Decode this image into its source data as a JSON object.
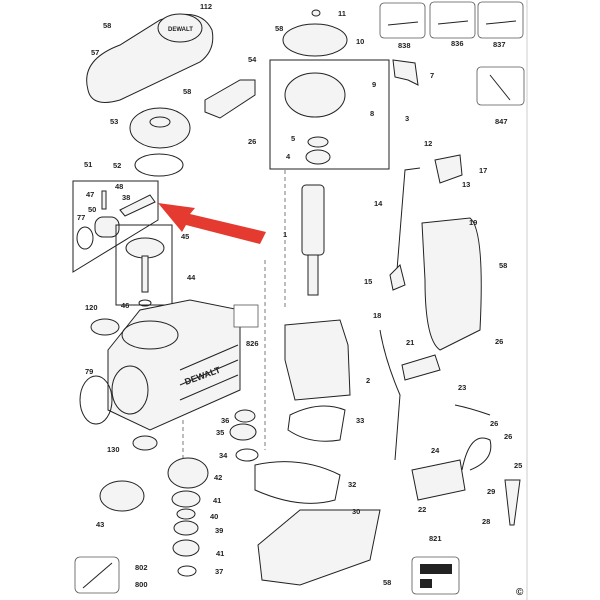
{
  "title": "DeWalt exploded parts diagram",
  "brand_text": "DEWALT",
  "copyright": "©",
  "highlight_arrow_color": "#e53a2f",
  "part_labels": [
    "112",
    "58",
    "57",
    "58",
    "54",
    "53",
    "26",
    "52",
    "51",
    "48",
    "47",
    "38",
    "50",
    "77",
    "45",
    "44",
    "120",
    "46",
    "826",
    "79",
    "130",
    "36",
    "35",
    "34",
    "42",
    "41",
    "43",
    "40",
    "39",
    "41",
    "37",
    "802",
    "800",
    "11",
    "58",
    "10",
    "838",
    "836",
    "837",
    "5",
    "4",
    "9",
    "8",
    "3",
    "7",
    "847",
    "12",
    "17",
    "13",
    "14",
    "1",
    "19",
    "58",
    "15",
    "18",
    "21",
    "26",
    "2",
    "23",
    "33",
    "26",
    "26",
    "24",
    "25",
    "29",
    "32",
    "22",
    "30",
    "28",
    "821",
    "58"
  ]
}
